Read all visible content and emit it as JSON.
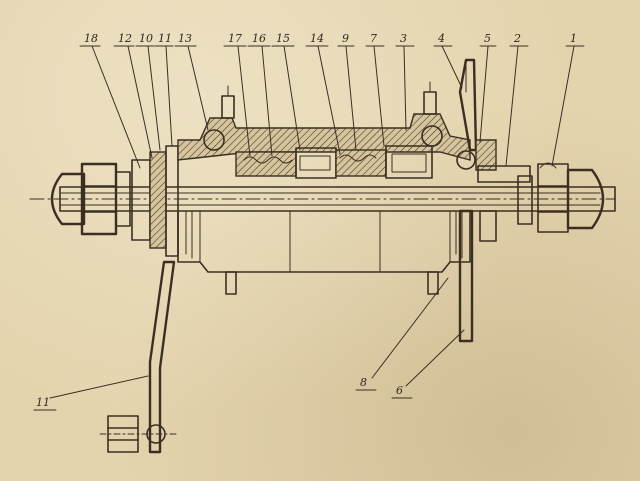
{
  "callouts": [
    {
      "id": "c18",
      "label": "18"
    },
    {
      "id": "c12",
      "label": "12"
    },
    {
      "id": "c10",
      "label": "10"
    },
    {
      "id": "c11",
      "label": "11"
    },
    {
      "id": "c13",
      "label": "13"
    },
    {
      "id": "c17",
      "label": "17"
    },
    {
      "id": "c16",
      "label": "16"
    },
    {
      "id": "c15",
      "label": "15"
    },
    {
      "id": "c14",
      "label": "14"
    },
    {
      "id": "c9",
      "label": "9"
    },
    {
      "id": "c7",
      "label": "7"
    },
    {
      "id": "c3",
      "label": "3"
    },
    {
      "id": "c4",
      "label": "4"
    },
    {
      "id": "c5",
      "label": "5"
    },
    {
      "id": "c2",
      "label": "2"
    },
    {
      "id": "c1",
      "label": "1"
    },
    {
      "id": "c11b",
      "label": "11"
    },
    {
      "id": "c8",
      "label": "8"
    },
    {
      "id": "c6",
      "label": "6"
    }
  ],
  "colors": {
    "paper": "#e4d4ae",
    "ink": "#3a2f22"
  }
}
